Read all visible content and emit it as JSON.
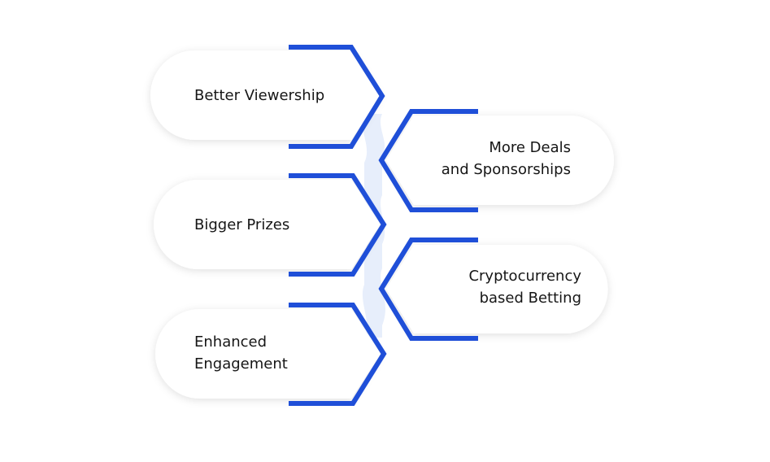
{
  "colors": {
    "accent": "#1f4fd8",
    "connector": "#e7eefb",
    "card": "#ffffff",
    "text": "#161616"
  },
  "items": [
    {
      "lines": [
        "Better Viewership"
      ]
    },
    {
      "lines": [
        "More Deals",
        "and Sponsorships"
      ]
    },
    {
      "lines": [
        "Bigger Prizes"
      ]
    },
    {
      "lines": [
        "Cryptocurrency",
        "based Betting"
      ]
    },
    {
      "lines": [
        "Enhanced",
        "Engagement"
      ]
    }
  ]
}
